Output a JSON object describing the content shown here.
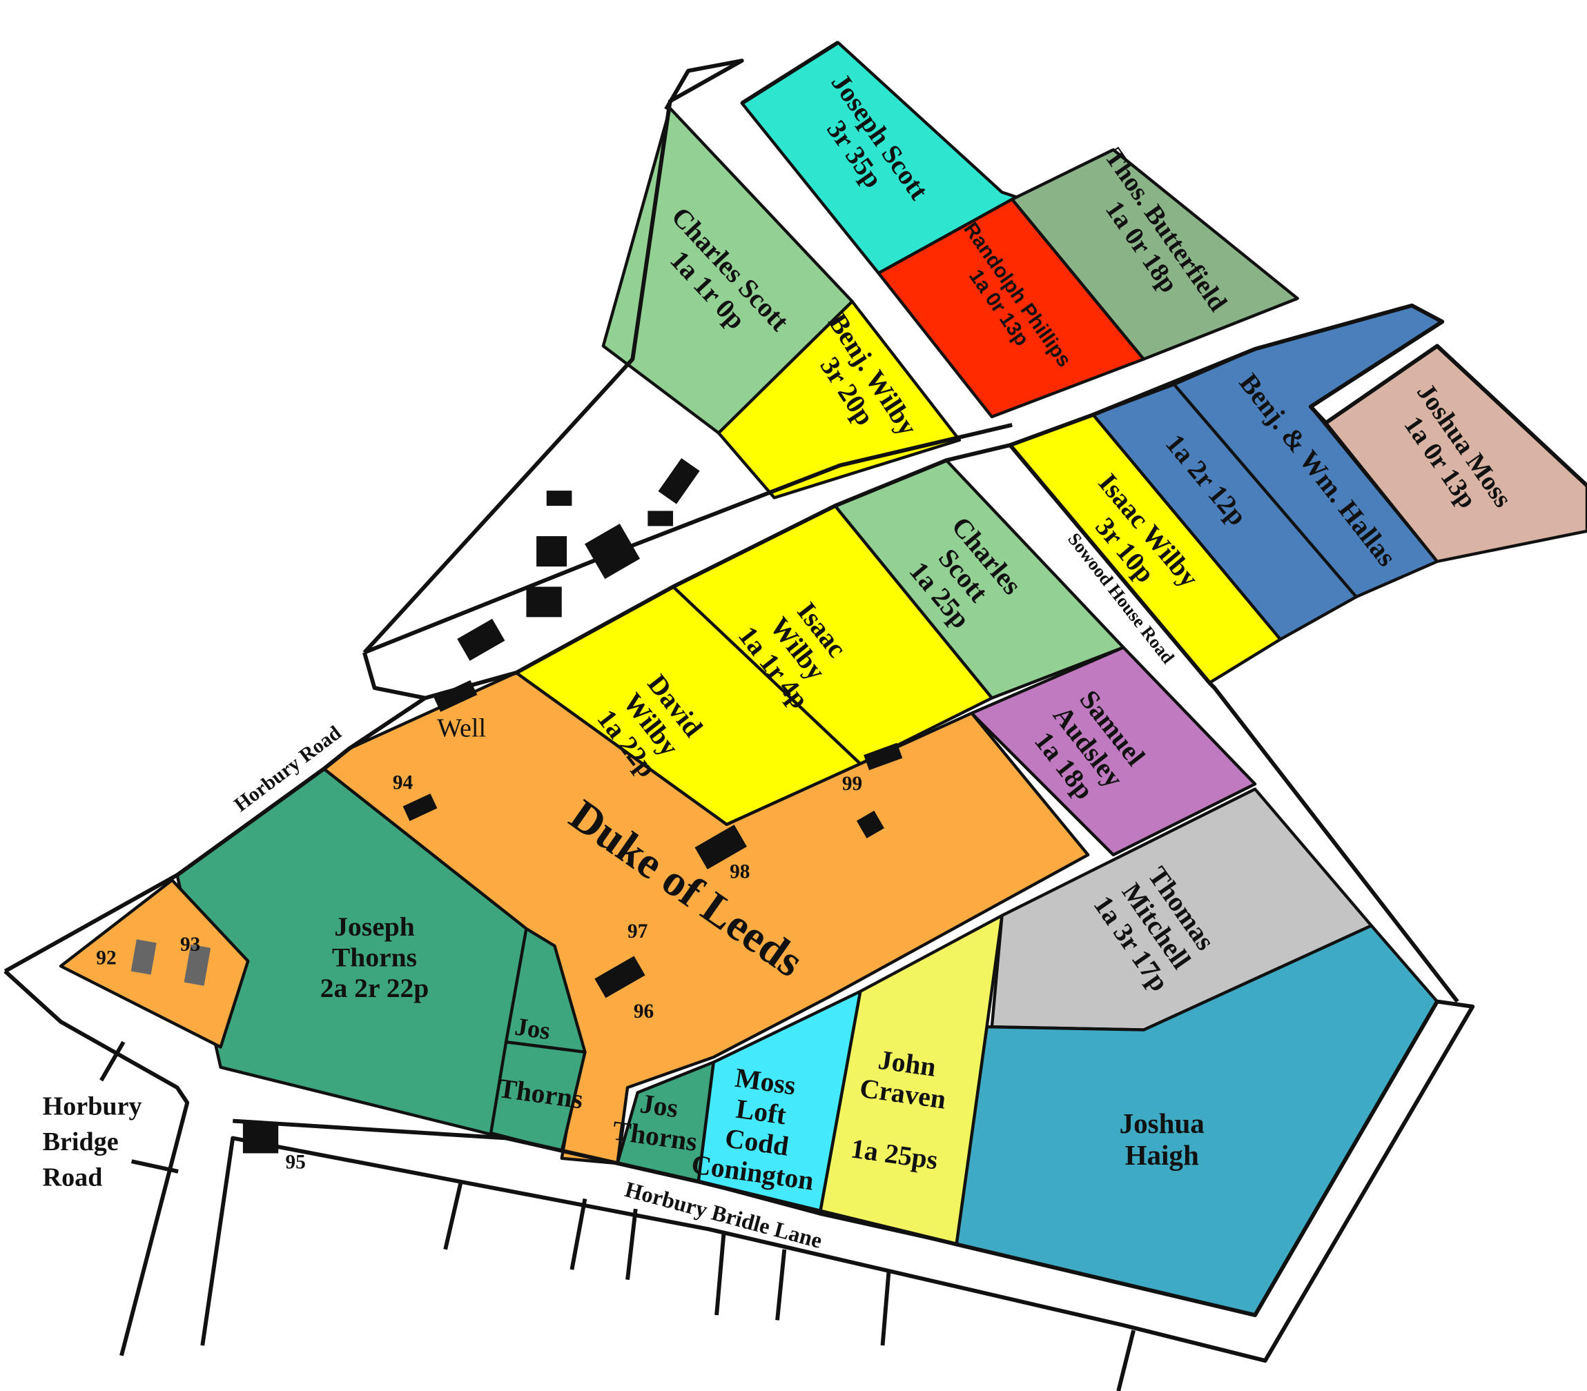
{
  "title": "Land ownership map, Horbury area",
  "parcels": [
    {
      "id": "joseph-scott",
      "lines": [
        "Joseph Scott",
        "3r 35p"
      ],
      "color": "#2ee6d0"
    },
    {
      "id": "randolph-phillips",
      "lines": [
        "Randolph Phillips",
        "1a 0r 13p"
      ],
      "color": "#ff2a00"
    },
    {
      "id": "thos-butterfield",
      "lines": [
        "Thos. Butterfield",
        "1a 0r 18p"
      ],
      "color": "#8ab387"
    },
    {
      "id": "charles-scott-north",
      "lines": [
        "Charles Scott",
        "1a 1r 0p"
      ],
      "color": "#93d093"
    },
    {
      "id": "benj-wilby",
      "lines": [
        "Benj. Wilby",
        "3r 20p"
      ],
      "color": "#ffff00"
    },
    {
      "id": "benj-wm-hallas",
      "lines": [
        "Benj. & Wm. Hallas"
      ],
      "color": "#4a7fbb"
    },
    {
      "id": "hallas-area",
      "lines": [
        "1a 2r 12p"
      ],
      "color": "#4a7fbb"
    },
    {
      "id": "joshua-moss",
      "lines": [
        "Joshua Moss",
        "1a 0r 13p"
      ],
      "color": "#d9b3a3"
    },
    {
      "id": "isaac-wilby-east",
      "lines": [
        "Isaac Wilby",
        "3r 10p"
      ],
      "color": "#ffff00"
    },
    {
      "id": "charles-scott-south",
      "lines": [
        "Charles",
        "Scott",
        "1a 25p"
      ],
      "color": "#93d093"
    },
    {
      "id": "isaac-wilby",
      "lines": [
        "Isaac",
        "Wilby",
        "1a 1r 4p"
      ],
      "color": "#ffff00"
    },
    {
      "id": "david-wilby",
      "lines": [
        "David",
        "Wilby",
        "1a 22p"
      ],
      "color": "#ffff00"
    },
    {
      "id": "samuel-audsley",
      "lines": [
        "Samuel",
        "Audsley",
        "1a 18p"
      ],
      "color": "#c07bc0"
    },
    {
      "id": "thomas-mitchell",
      "lines": [
        "Thomas",
        "Mitchell",
        "1a 3r 17p"
      ],
      "color": "#c4c4c4"
    },
    {
      "id": "joshua-haigh",
      "lines": [
        "Joshua",
        "Haigh"
      ],
      "color": "#3eaac4"
    },
    {
      "id": "john-craven",
      "lines": [
        "John",
        "Craven",
        "",
        "1a 25ps"
      ],
      "color": "#f3f560"
    },
    {
      "id": "moss-loft",
      "lines": [
        "Moss",
        "Loft",
        "Codd",
        "Conington"
      ],
      "color": "#44eafc"
    },
    {
      "id": "duke-of-leeds",
      "lines": [
        "Duke of Leeds"
      ],
      "color": "#fbab42"
    },
    {
      "id": "joseph-thorns",
      "lines": [
        "Joseph",
        "Thorns",
        "2a 2r 22p"
      ],
      "color": "#3ea67e"
    },
    {
      "id": "jos-thorns-a",
      "lines": [
        "Jos"
      ],
      "color": "#3ea67e"
    },
    {
      "id": "jos-thorns-b",
      "lines": [
        "Thorns"
      ],
      "color": "#3ea67e"
    },
    {
      "id": "jos-thorns-c",
      "lines": [
        "Jos",
        "Thorns"
      ],
      "color": "#3ea67e"
    },
    {
      "id": "plots-92-93",
      "lines": [],
      "color": "#fbab42"
    }
  ],
  "plot_numbers": [
    "92",
    "93",
    "94",
    "95",
    "96",
    "97",
    "98",
    "99"
  ],
  "roads": {
    "horbury_road": "Horbury Road",
    "sowood_house_road": "Sowood House Road",
    "horbury_bridle_lane": "Horbury Bridle Lane",
    "horbury_bridge_road": [
      "Horbury",
      "Bridge",
      "Road"
    ]
  },
  "well": "Well"
}
